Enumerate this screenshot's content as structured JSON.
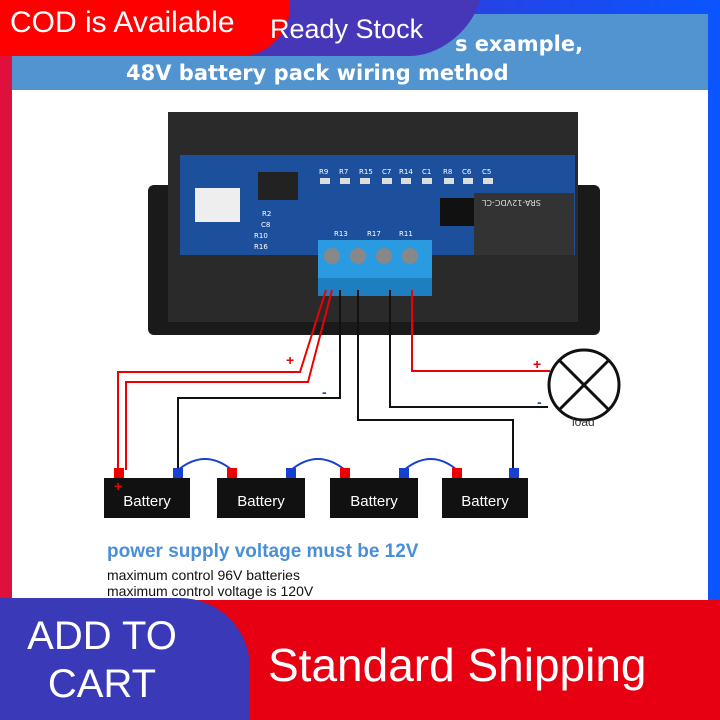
{
  "banners": {
    "cod": "COD is  Available",
    "ready": "Ready Stock",
    "add_to_cart": "ADD TO CART",
    "shipping": "Standard Shipping"
  },
  "diagram": {
    "title_line1": "s example,",
    "title_line2": "48V battery pack wiring method",
    "pcb_labels": [
      "R9",
      "R7",
      "R15",
      "C7",
      "R14",
      "C1",
      "R8",
      "C6",
      "C5",
      "R2",
      "C8",
      "R10",
      "R16",
      "R13",
      "R17",
      "R11",
      "SRA-12VDC-CL"
    ],
    "plus": "+",
    "minus": "-",
    "load_label": "load",
    "battery_label": "Battery",
    "note_heading": "power supply voltage must be 12V",
    "note_line1": "maximum control 96V batteries",
    "note_line2": "maximum control voltage is 120V"
  },
  "colors": {
    "red": "#ff0000",
    "blue_band": "#5294d0",
    "cart_blue": "#3a3ab8",
    "note_blue": "#4a8fd6"
  }
}
